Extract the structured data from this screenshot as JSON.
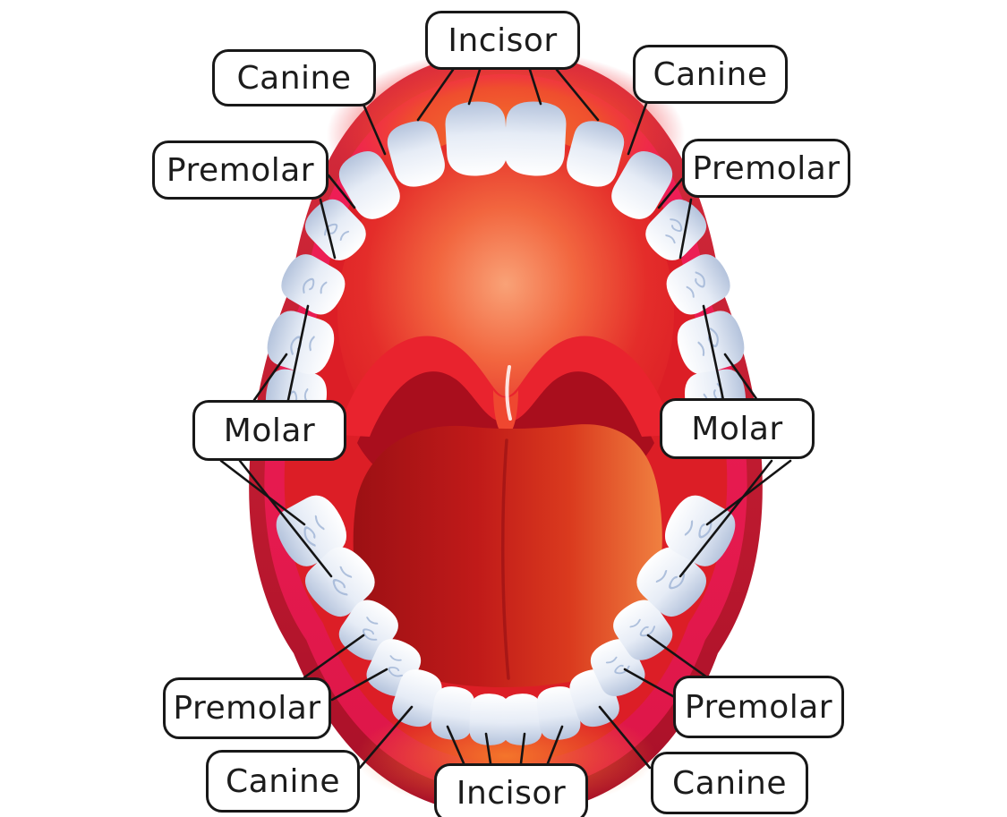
{
  "figure": {
    "labels": [
      {
        "text": "Incisor",
        "position": "top-center"
      },
      {
        "text": "Canine",
        "position": "top-left"
      },
      {
        "text": "Canine",
        "position": "top-right"
      },
      {
        "text": "Premolar",
        "position": "upper-left"
      },
      {
        "text": "Premolar",
        "position": "upper-right"
      },
      {
        "text": "Molar",
        "position": "middle-left"
      },
      {
        "text": "Molar",
        "position": "middle-right"
      },
      {
        "text": "Premolar",
        "position": "lower-left"
      },
      {
        "text": "Premolar",
        "position": "lower-right"
      },
      {
        "text": "Canine",
        "position": "bottom-left"
      },
      {
        "text": "Canine",
        "position": "bottom-right"
      },
      {
        "text": "Incisor",
        "position": "bottom-center"
      }
    ],
    "tooth_types": [
      "Incisor",
      "Canine",
      "Premolar",
      "Molar"
    ],
    "colors": {
      "background": "#ffffff",
      "outer_lip": "#c01d31",
      "inner_lip": "#ee1a52",
      "mouth_interior": "#dc1e26",
      "upper_gum_orange": "#f3722c",
      "throat": "#a90e1d",
      "soft_palate": "#e9232e",
      "uvula": "#ef4730",
      "tongue_dark": "#9c1014",
      "tongue_orange": "#f08040",
      "teeth_highlight": "#ffffff",
      "teeth_shadow": "#b4c3dc",
      "label_border": "#181818",
      "label_background": "#ffffff",
      "connector_line": "#141414"
    }
  }
}
